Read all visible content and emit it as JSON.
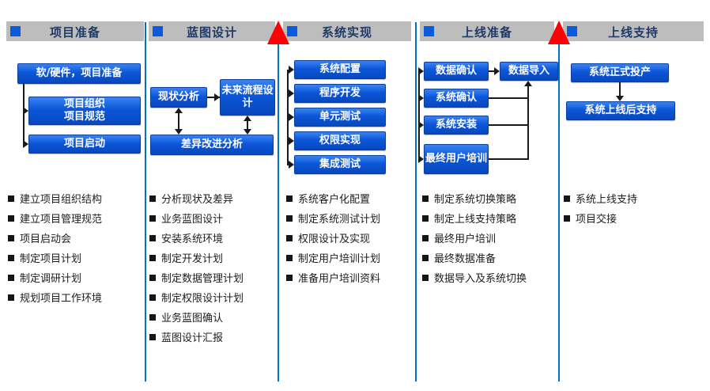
{
  "colors": {
    "header_bg": "#bdbdbd",
    "header_text": "#1f3a68",
    "box_blue": "#0c56d8",
    "divider_blue": "#0070c0",
    "milestone_red": "#fd0202"
  },
  "phases": [
    {
      "title": "项目准备",
      "boxes": [
        "软/硬件，项目准备",
        "项目组织\n项目规范",
        "项目启动"
      ],
      "tasks": [
        "建立项目组织结构",
        "建立项目管理规范",
        "项目启动会",
        "制定项目计划",
        "制定调研计划",
        "规划项目工作环境"
      ]
    },
    {
      "title": "蓝图设计",
      "boxes": [
        "现状分析",
        "未来流程设计",
        "差异改进分析"
      ],
      "tasks": [
        "分析现状及差异",
        "业务蓝图设计",
        "安装系统环境",
        "制定开发计划",
        "制定数据管理计划",
        "制定权限设计计划",
        "业务蓝图确认",
        "蓝图设计汇报"
      ]
    },
    {
      "title": "系统实现",
      "boxes": [
        "系统配置",
        "程序开发",
        "单元测试",
        "权限实现",
        "集成测试"
      ],
      "tasks": [
        "系统客户化配置",
        "制定系统测试计划",
        "权限设计及实现",
        "制定用户培训计划",
        "准备用户培训资料"
      ]
    },
    {
      "title": "上线准备",
      "boxes": [
        "数据确认",
        "数据导入",
        "系统确认",
        "系统安装",
        "最终用户培训"
      ],
      "tasks": [
        "制定系统切换策略",
        "制定上线支持策略",
        "最终用户培训",
        "最终数据准备",
        "数据导入及系统切换"
      ]
    },
    {
      "title": "上线支持",
      "boxes": [
        "系统正式投产",
        "系统上线后支持"
      ],
      "tasks": [
        "系统上线支持",
        "项目交接"
      ]
    }
  ]
}
